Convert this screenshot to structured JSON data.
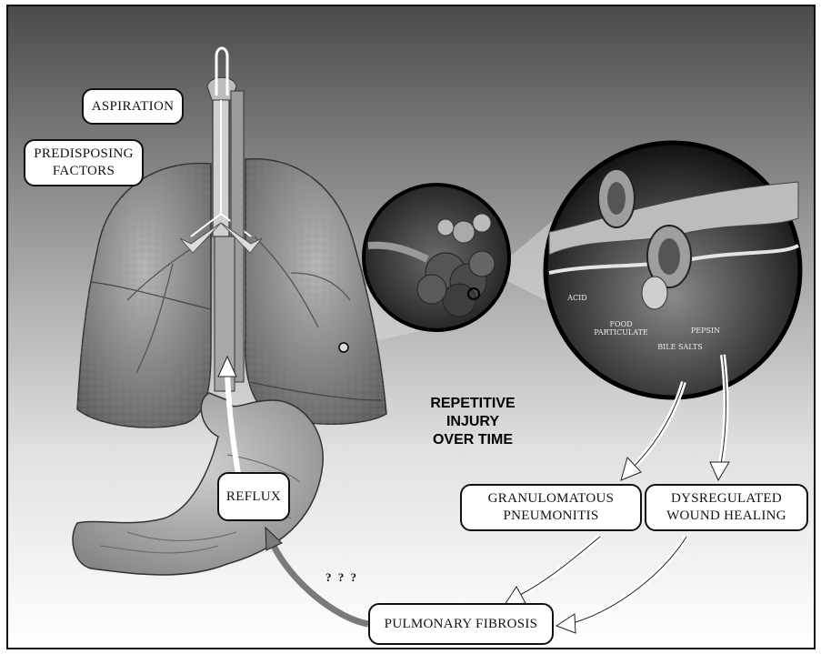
{
  "labels": {
    "aspiration": "ASPIRATION",
    "predisposing": "PREDISPOSING\nFACTORS",
    "reflux": "REFLUX",
    "repetitive": "REPETITIVE\nINJURY\nOVER TIME",
    "granulomatous": "GRANULOMATOUS\nPNEUMONITIS",
    "dysregulated": "DYSREGULATED\nWOUND HEALING",
    "pulmonary": "PULMONARY FIBROSIS",
    "question": "? ? ?"
  },
  "magnified": {
    "acid": "ACID",
    "food": "FOOD\nPARTICULATE",
    "pepsin": "PEPSIN",
    "bile": "BILE SALTS"
  }
}
